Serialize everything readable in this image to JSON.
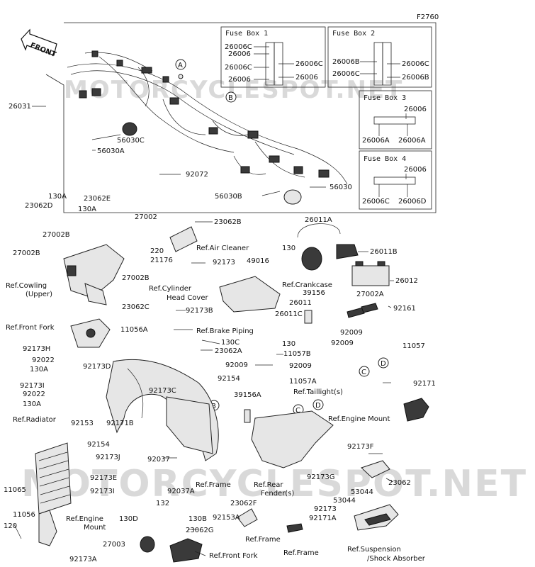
{
  "diagram_code": "F2760",
  "watermark_top": "MOTORCYCLESPOT.NET",
  "watermark_bottom": "MOTORCYCLESPOT.NET",
  "front_arrow": "FRONT",
  "fuse_boxes": {
    "box1": {
      "title": "Fuse Box 1",
      "left": [
        "26006C",
        "26006",
        "26006C",
        "26006"
      ],
      "right": [
        "26006C",
        "26006"
      ]
    },
    "box2": {
      "title": "Fuse Box 2",
      "left": [
        "26006B",
        "26006C"
      ],
      "right": [
        "26006C",
        "26006B"
      ]
    },
    "box3": {
      "title": "Fuse Box 3",
      "top": "26006",
      "bottom": [
        "26006A",
        "26006A"
      ]
    },
    "box4": {
      "title": "Fuse Box 4",
      "top": "26006",
      "bottom": [
        "26006C",
        "26006D"
      ]
    }
  },
  "callouts": {
    "a": "A",
    "b": "B",
    "c": "C",
    "d": "D"
  },
  "labels": {
    "l26031": "26031",
    "l56030C": "56030C",
    "l56030A": "56030A",
    "l92072": "92072",
    "l56030B": "56030B",
    "l56030": "56030",
    "l130A_1": "130A",
    "l23062D": "23062D",
    "l23062E": "23062E",
    "l130A_2": "130A",
    "l27002": "27002",
    "l23062B": "23062B",
    "l27002B_1": "27002B",
    "l27002B_2": "27002B",
    "l220": "220",
    "l21176": "21176",
    "l27002B_3": "27002B",
    "l23062C": "23062C",
    "refCowling": "Ref.Cowling",
    "refCowling2": "(Upper)",
    "refAirCleaner": "Ref.Air Cleaner",
    "l92173": "92173",
    "refCylHead": "Ref.Cylinder",
    "refCylHead2": "Head Cover",
    "l49016": "49016",
    "l26011A": "26011A",
    "l130_1": "130",
    "l26011B": "26011B",
    "refCrankcase": "Ref.Crankcase",
    "l26012": "26012",
    "l39156": "39156",
    "l27002A": "27002A",
    "l26011": "26011",
    "l26011C": "26011C",
    "l92161": "92161",
    "refFrontFork": "Ref.Front Fork",
    "l92173B": "92173B",
    "l11056A": "11056A",
    "refBrakePiping": "Ref.Brake Piping",
    "l92009_1": "92009",
    "l92009_2": "92009",
    "l11057": "11057",
    "l130C": "130C",
    "l130_2": "130",
    "l23062A": "23062A",
    "l11057B": "11057B",
    "l92173H": "92173H",
    "l92022_1": "92022",
    "l130A_3": "130A",
    "l92009_3": "92009",
    "l92009_4": "92009",
    "l92173D": "92173D",
    "l11057A": "11057A",
    "l92173I": "92173I",
    "l92022_2": "92022",
    "l130A_4": "130A",
    "l92154_1": "92154",
    "l92173C": "92173C",
    "l39156A": "39156A",
    "refTaillight": "Ref.Taillight(s)",
    "l92171": "92171",
    "l92153": "92153",
    "l92171B": "92171B",
    "refRadiator": "Ref.Radiator",
    "l92154_2": "92154",
    "refEngineMount1": "Ref.Engine Mount",
    "l92173F": "92173F",
    "l92173J": "92173J",
    "l92037": "92037",
    "l92173G": "92173G",
    "l11065": "11065",
    "l92173E": "92173E",
    "l92173I_2": "92173I",
    "l92037A": "92037A",
    "refFrame1": "Ref.Frame",
    "refRearFender": "Ref.Rear",
    "refRearFender2": "Fender(s)",
    "l23062": "23062",
    "l132": "132",
    "l53044": "53044",
    "l53044_2": "53044",
    "l11056": "11056",
    "refEngineMount2": "Ref.Engine",
    "refEngineMount2b": "Mount",
    "l130D": "130D",
    "l130B": "130B",
    "l23062F": "23062F",
    "l92173_2": "92173",
    "l120": "120",
    "l92153A": "92153A",
    "l23062G": "23062G",
    "l92171A": "92171A",
    "refFrame2": "Ref.Frame",
    "l27003": "27003",
    "refFrame3": "Ref.Frame",
    "refSuspension": "Ref.Suspension",
    "refSuspension2": "/Shock Absorber",
    "l92173A": "92173A",
    "refFrontFork2": "Ref.Front Fork"
  }
}
